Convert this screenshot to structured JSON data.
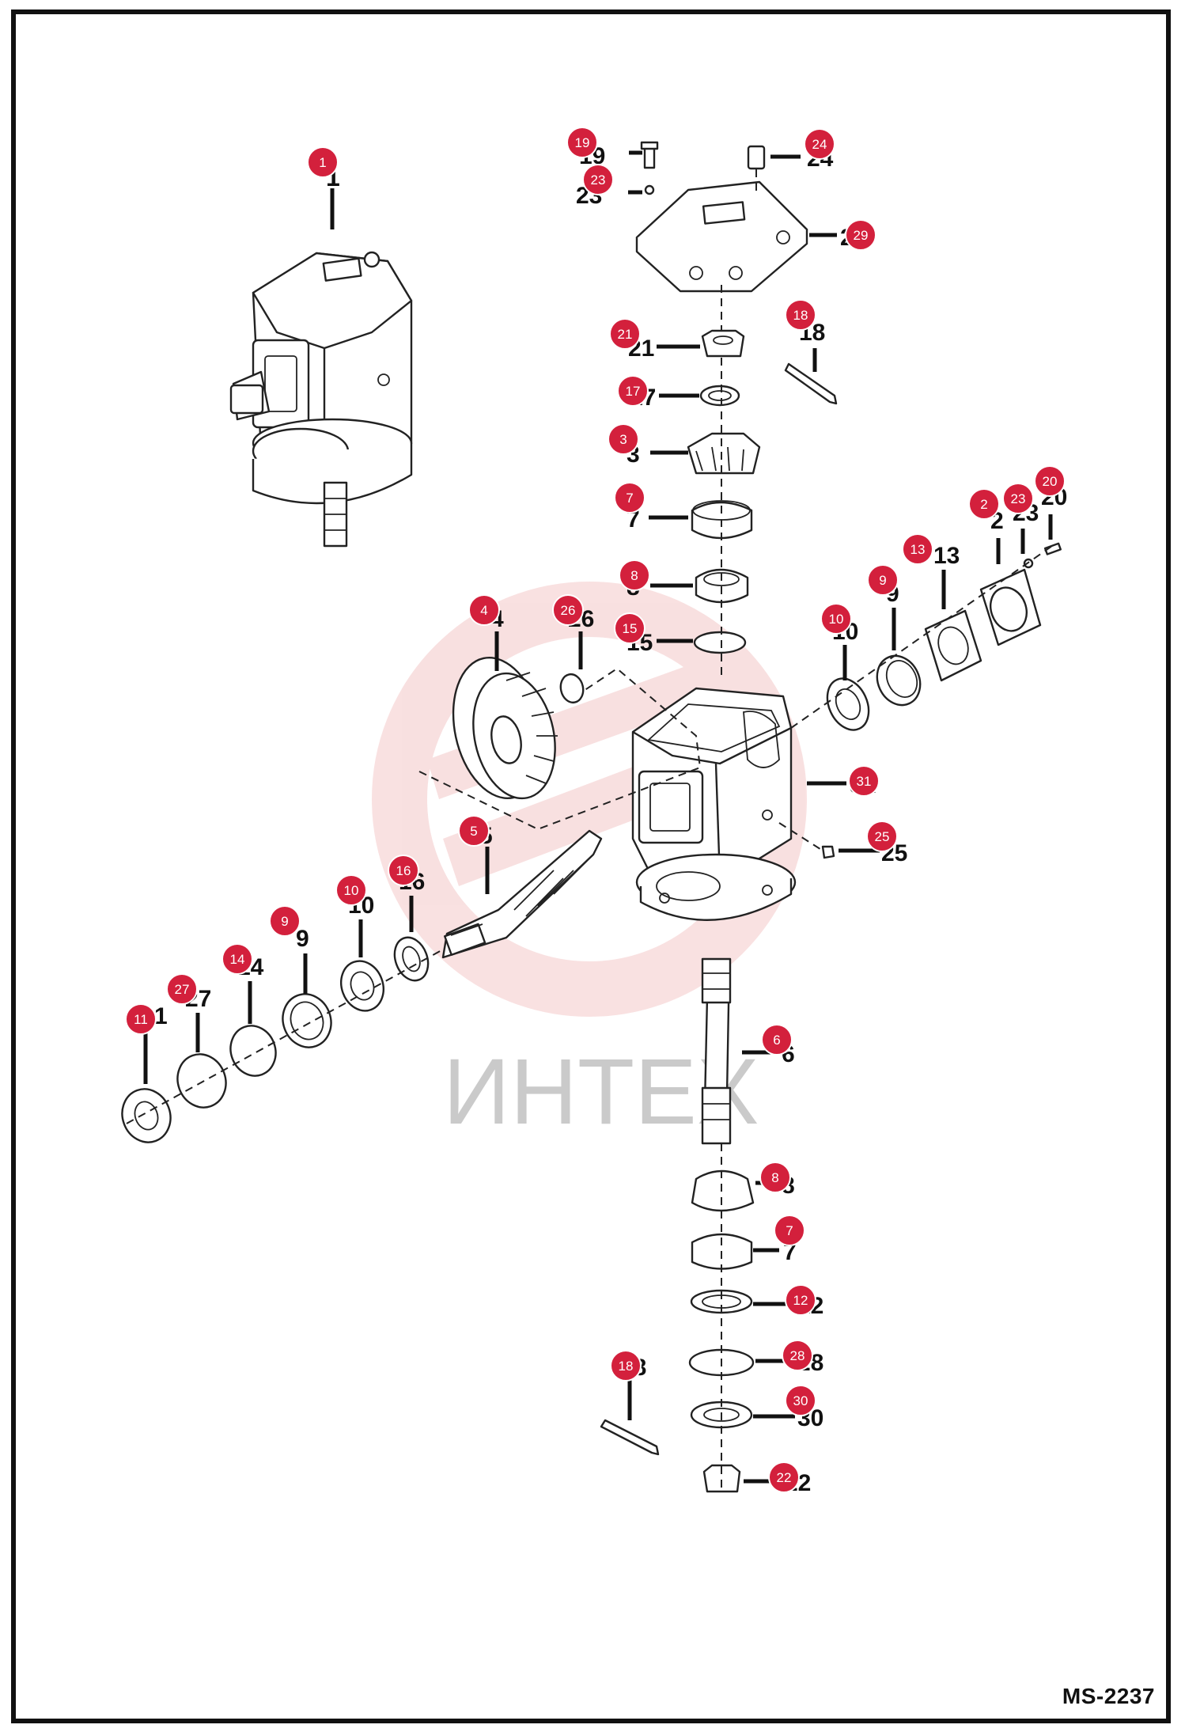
{
  "figure_id": "MS-2237",
  "watermark": "ИНТЕХ",
  "colors": {
    "badge": "#d3203c",
    "watermark": "#e89393",
    "line": "#222222"
  },
  "parts": [
    {
      "badge": "1",
      "label": "1"
    },
    {
      "badge": "19",
      "label": "19"
    },
    {
      "badge": "23",
      "label": "23"
    },
    {
      "badge": "24",
      "label": "24"
    },
    {
      "badge": "29",
      "label": "29"
    },
    {
      "badge": "21",
      "label": "21"
    },
    {
      "badge": "18",
      "label": "18"
    },
    {
      "badge": "17",
      "label": "17"
    },
    {
      "badge": "3",
      "label": "3"
    },
    {
      "badge": "7",
      "label": "7"
    },
    {
      "badge": "8",
      "label": "8"
    },
    {
      "badge": "15",
      "label": "15"
    },
    {
      "badge": "2",
      "label": "2"
    },
    {
      "badge": "23",
      "label": "23"
    },
    {
      "badge": "20",
      "label": "20"
    },
    {
      "badge": "13",
      "label": "13"
    },
    {
      "badge": "9",
      "label": "9"
    },
    {
      "badge": "10",
      "label": "10"
    },
    {
      "badge": "4",
      "label": "4"
    },
    {
      "badge": "26",
      "label": "26"
    },
    {
      "badge": "31",
      "label": "31"
    },
    {
      "badge": "25",
      "label": "25"
    },
    {
      "badge": "5",
      "label": "5"
    },
    {
      "badge": "16",
      "label": "16"
    },
    {
      "badge": "10",
      "label": "10"
    },
    {
      "badge": "9",
      "label": "9"
    },
    {
      "badge": "14",
      "label": "14"
    },
    {
      "badge": "27",
      "label": "27"
    },
    {
      "badge": "11",
      "label": "11"
    },
    {
      "badge": "6",
      "label": "6"
    },
    {
      "badge": "8",
      "label": "8"
    },
    {
      "badge": "7",
      "label": "7"
    },
    {
      "badge": "12",
      "label": "12"
    },
    {
      "badge": "28",
      "label": "28"
    },
    {
      "badge": "18",
      "label": "18"
    },
    {
      "badge": "30",
      "label": "30"
    },
    {
      "badge": "22",
      "label": "22"
    }
  ]
}
